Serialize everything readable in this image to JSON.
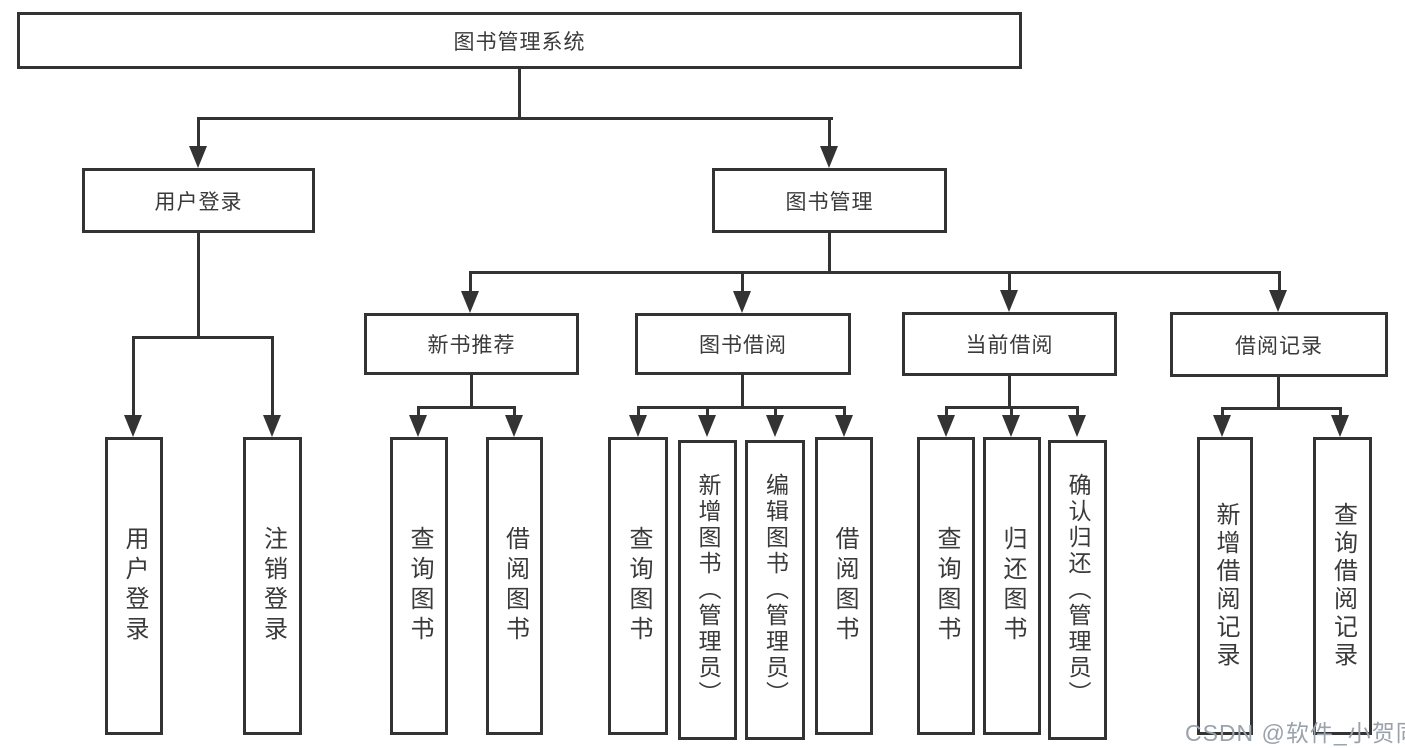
{
  "diagram": {
    "root": {
      "label": "图书管理系统"
    },
    "branches": [
      {
        "label": "用户登录",
        "children": [
          {
            "label": "用户登录"
          },
          {
            "label": "注销登录"
          }
        ]
      },
      {
        "label": "图书管理",
        "children": [
          {
            "label": "新书推荐",
            "children": [
              {
                "label": "查询图书"
              },
              {
                "label": "借阅图书"
              }
            ]
          },
          {
            "label": "图书借阅",
            "children": [
              {
                "label": "查询图书"
              },
              {
                "label": "新增图书（管理员）"
              },
              {
                "label": "编辑图书（管理员）"
              },
              {
                "label": "借阅图书"
              }
            ]
          },
          {
            "label": "当前借阅",
            "children": [
              {
                "label": "查询图书"
              },
              {
                "label": "归还图书"
              },
              {
                "label": "确认归还（管理员）"
              }
            ]
          },
          {
            "label": "借阅记录",
            "children": [
              {
                "label": "新增借阅记录"
              },
              {
                "label": "查询借阅记录"
              }
            ]
          }
        ]
      }
    ]
  },
  "watermark": {
    "text": "CSDN @软件_小贺同学"
  },
  "colors": {
    "line": "#333333",
    "text": "#3a3a3a",
    "watermark": "#9aa2ac",
    "background": "#ffffff"
  }
}
